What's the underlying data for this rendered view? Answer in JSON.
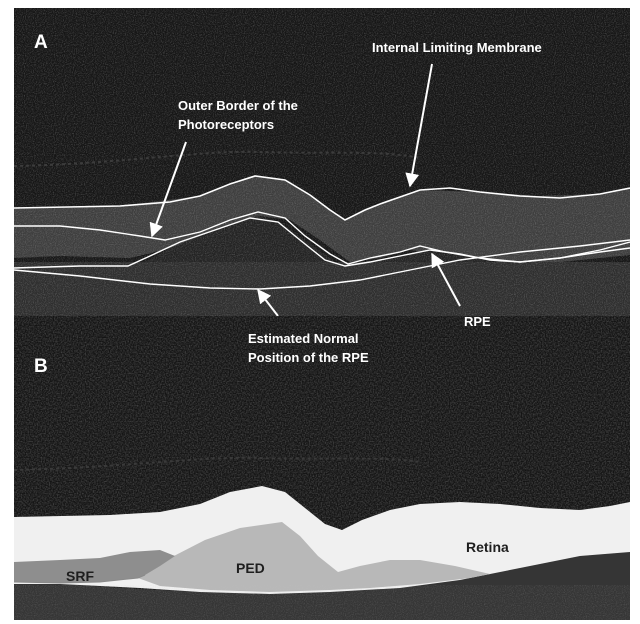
{
  "panels": {
    "a": {
      "letter": "A",
      "annotations": {
        "ilm": "Internal Limiting Membrane",
        "outer_border_line1": "Outer Border of the",
        "outer_border_line2": "Photoreceptors",
        "rpe": "RPE",
        "estimated_line1": "Estimated Normal",
        "estimated_line2": "Position of the RPE"
      }
    },
    "b": {
      "letter": "B",
      "regions": {
        "srf": "SRF",
        "ped": "PED",
        "retina": "Retina"
      }
    }
  },
  "colors": {
    "background_dark": "#151515",
    "retina_fill": "#f0f0f0",
    "ped_fill": "#b8b8b8",
    "srf_fill": "#8e8e8e",
    "annotation": "#ffffff"
  }
}
